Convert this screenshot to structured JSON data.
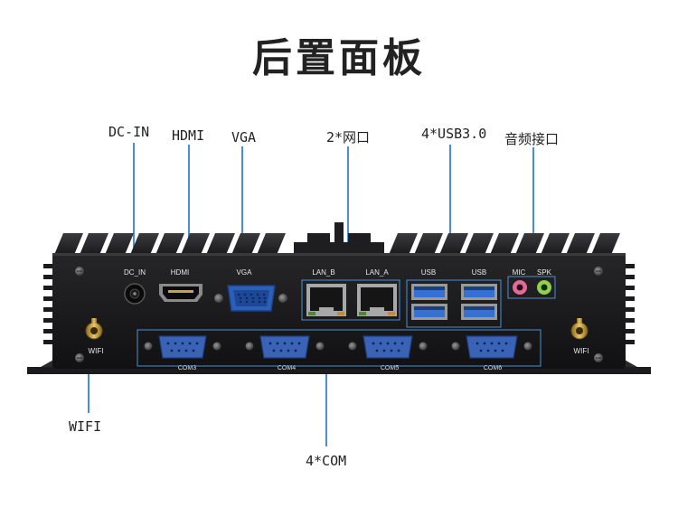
{
  "title": "后置面板",
  "callouts": {
    "dc_in": "DC-IN",
    "hdmi": "HDMI",
    "vga": "VGA",
    "lan": "2*网口",
    "usb": "4*USB3.0",
    "audio": "音频接口",
    "wifi": "WIFI",
    "com": "4*COM"
  },
  "panel_labels": {
    "dc_in": "DC_IN",
    "hdmi": "HDMI",
    "vga": "VGA",
    "lan_b": "LAN_B",
    "lan_a": "LAN_A",
    "usb_1": "USB",
    "usb_2": "USB",
    "mic": "MIC",
    "spk": "SPK",
    "wifi_left": "WIFI",
    "wifi_right": "WIFI",
    "com3": "COM3",
    "com4": "COM4",
    "com5": "COM5",
    "com6": "COM6"
  },
  "colors": {
    "chassis": "#141416",
    "leader_line": "#4a8fd6",
    "vga_port": "#2c5fb8",
    "usb_port": "#3470d6",
    "mic_jack": "#e26b9b",
    "spk_jack": "#8fd14f",
    "com_port": "#3a63b6",
    "antenna": "#c9a24a"
  },
  "icons": [
    "dc-power-jack-icon",
    "hdmi-port-icon",
    "vga-port-icon",
    "ethernet-port-icon",
    "usb-port-icon",
    "audio-jack-icon",
    "serial-port-icon",
    "antenna-icon",
    "screw-icon"
  ]
}
